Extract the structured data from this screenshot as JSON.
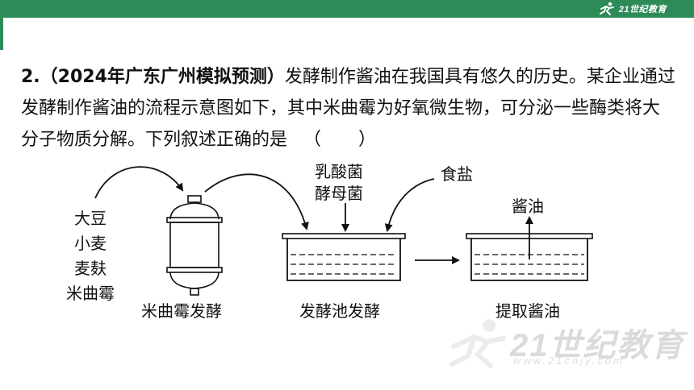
{
  "header": {
    "brand_text": "21世纪教育",
    "bar_color": "#2e8b57"
  },
  "question": {
    "number": "2.",
    "source": "（2024年广东广州模拟预测）",
    "stem": "发酵制作酱油在我国具有悠久的历史。某企业通过发酵制作酱油的流程示意图如下，其中米曲霉为好氧微生物，可分泌一些酶类将大分子物质分解。下列叙述正确的是",
    "answer_bracket_open": "（",
    "answer_bracket_close": "）"
  },
  "diagram": {
    "inputs": [
      "大豆",
      "小麦",
      "麦麸",
      "米曲霉"
    ],
    "stage1_label": "米曲霉发酵",
    "stage2_additives": [
      "乳酸菌",
      "酵母菌"
    ],
    "salt_label": "食盐",
    "stage2_label": "发酵池发酵",
    "product_label": "酱油",
    "stage3_label": "提取酱油"
  },
  "watermark": {
    "brand": "21世纪教育",
    "url": "www.21cnjy.com"
  }
}
